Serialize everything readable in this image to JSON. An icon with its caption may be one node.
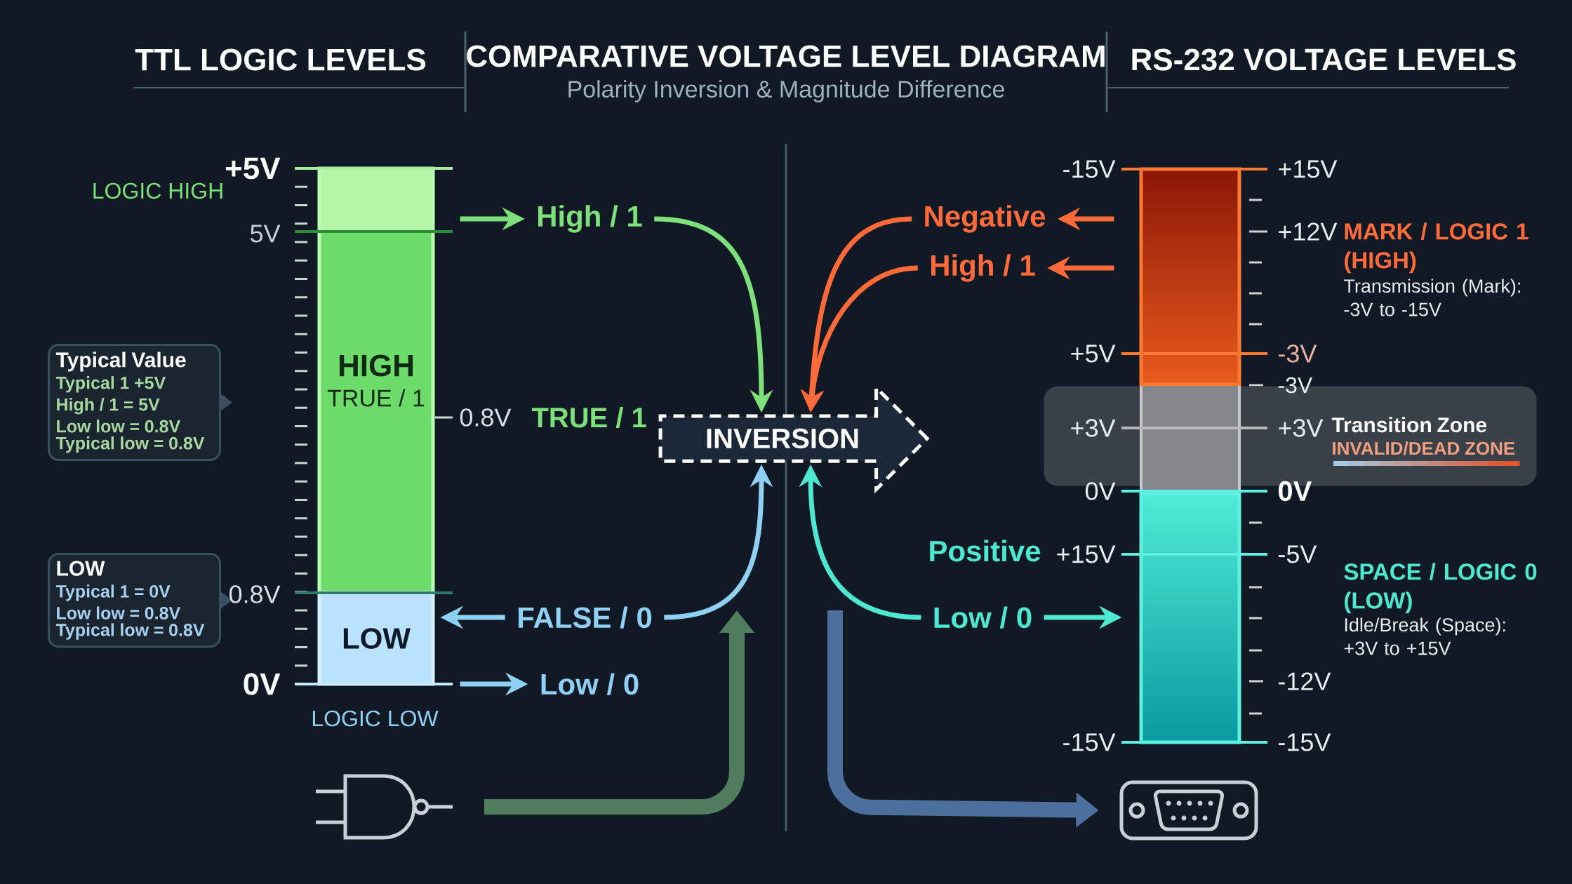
{
  "diagram": {
    "title": "COMPARATIVE VOLTAGE LEVEL DIAGRAM",
    "nodes": [
      {
        "text": [
          "HIGH",
          "TRUE / 1"
        ]
      },
      {
        "text": [
          "LOW"
        ]
      },
      {
        "text": [
          "High / 1"
        ]
      },
      {
        "text": [
          "FALSE / 0"
        ]
      },
      {
        "text": [
          "Low / 0"
        ]
      },
      {
        "text": [
          "INVERSION"
        ]
      },
      {
        "text": [
          "Negative"
        ]
      },
      {
        "text": [
          "High / 1"
        ]
      },
      {
        "text": [
          "Low / 0"
        ]
      },
      {
        "text": [],
        "shape": "bar"
      },
      {
        "text": [],
        "shape": "bar"
      },
      {
        "text": [
          "Transition Zone",
          "INVALID/DEAD ZONE"
        ]
      },
      {
        "text": [
          "Typical Value",
          "Typical 1 +5V",
          "High / 1 = 5V",
          "Low low = 0.8V",
          "Typical low = 0.8V"
        ]
      },
      {
        "text": [
          "LOW",
          "Typical 1 = 0V",
          "Low low = 0.8V",
          "Typical low = 0.8V"
        ]
      },
      {
        "text": [],
        "shape": "gate"
      },
      {
        "text": [],
        "shape": "connector"
      }
    ],
    "edges": [
      {
        "from": 0,
        "to": 2,
        "arrow": "to",
        "color": "#7ee07a"
      },
      {
        "from": 3,
        "to": 1,
        "arrow": "to",
        "color": "#8fd0f5"
      },
      {
        "from": 1,
        "to": 4,
        "arrow": "to",
        "color": "#8fd0f5"
      },
      {
        "from": 2,
        "to": 5,
        "arrow": "to",
        "color": "#7ee07a"
      },
      {
        "from": 3,
        "to": 5,
        "arrow": "to",
        "color": "#8fd0f5"
      },
      {
        "from": 6,
        "to": 5,
        "arrow": "to",
        "color": "#ff6a3a"
      },
      {
        "from": 7,
        "to": 5,
        "arrow": "to",
        "color": "#ff6a3a"
      },
      {
        "from": 8,
        "to": 5,
        "arrow": "to",
        "color": "#4de8d0"
      },
      {
        "from": 9,
        "to": 6,
        "arrow": "to",
        "color": "#ff6a3a"
      },
      {
        "from": 9,
        "to": 7,
        "arrow": "to",
        "color": "#ff6a3a"
      },
      {
        "from": 8,
        "to": 10,
        "arrow": "to",
        "color": "#4de8d0"
      },
      {
        "from": 14,
        "to": null,
        "arrow": "to",
        "style": "thick",
        "color": "#4f7d5e"
      },
      {
        "from": null,
        "to": 15,
        "arrow": "to",
        "style": "thick",
        "color": "#4d6f9e"
      }
    ],
    "labels": [
      "Polarity Inversion & Magnitude Difference",
      "TTL LOGIC LEVELS",
      "RS-232 VOLTAGE LEVELS",
      "LOGIC HIGH",
      "+5V",
      "5V",
      "0.8V",
      "TRUE / 1",
      "0.8V",
      "0V",
      "LOGIC LOW",
      "-15V",
      "+5V",
      "+3V",
      "0V",
      "+15V",
      "-15V",
      "+15V",
      "+12V",
      "-3V",
      "-3V",
      "+3V",
      "0V",
      "-5V",
      "-12V",
      "-15V",
      "Positive",
      "MARK / LOGIC 1 (HIGH)",
      "Transmission (Mark): -3V to -15V",
      "SPACE / LOGIC 0 (LOW)",
      "Idle/Break (Space): +3V to +15V"
    ]
  }
}
